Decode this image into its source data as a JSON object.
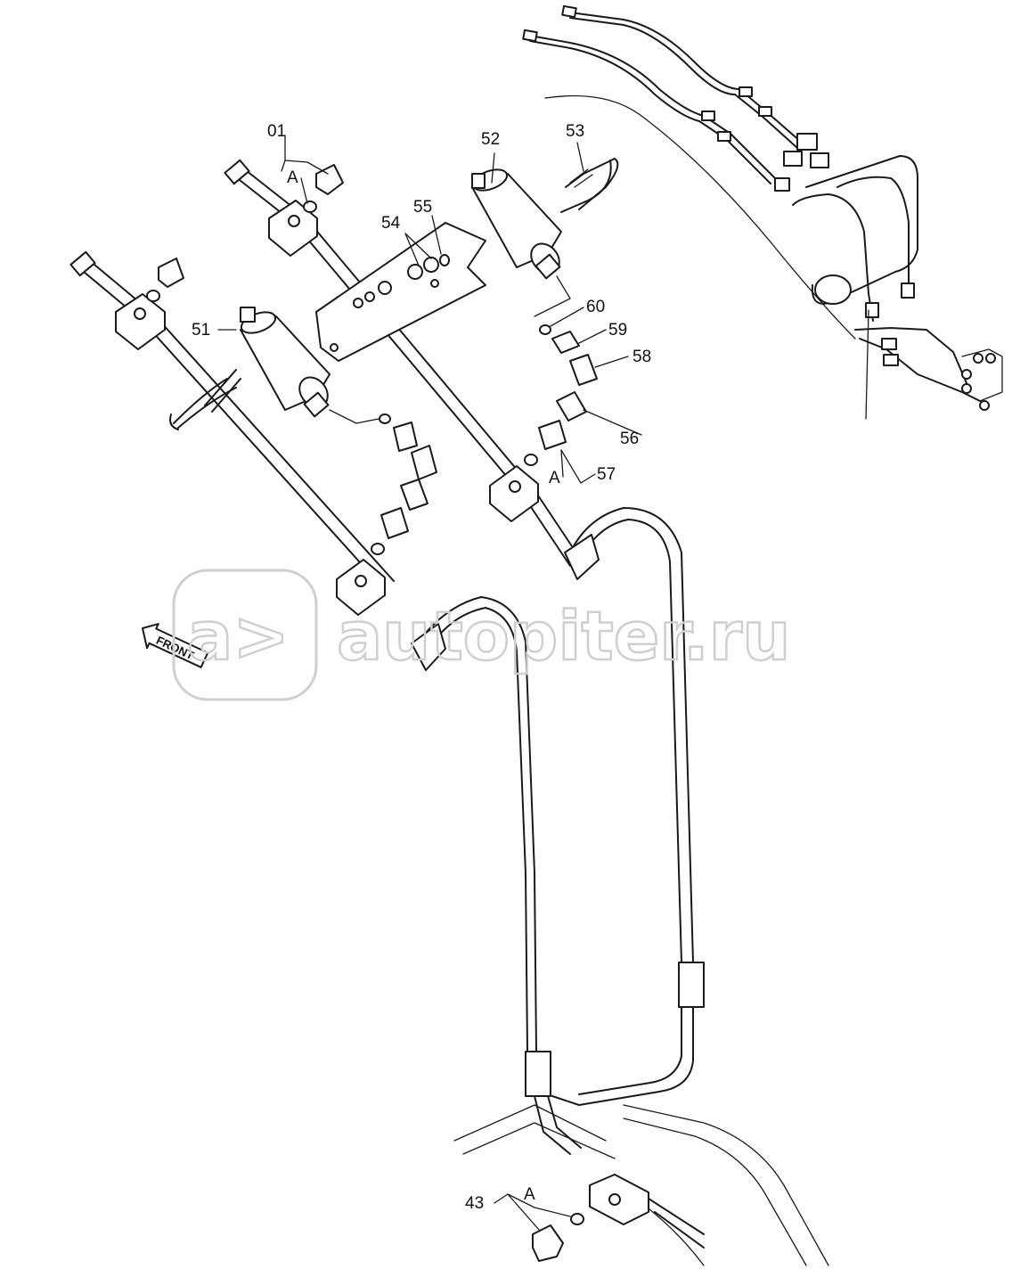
{
  "diagram": {
    "callouts": {
      "c01": "01",
      "cA1": "A",
      "c52": "52",
      "c53": "53",
      "c54": "54",
      "c55": "55",
      "c51": "51",
      "c60": "60",
      "c59": "59",
      "c58": "58",
      "c56": "56",
      "cA2": "A",
      "c57": "57",
      "c43": "43",
      "cA3": "A"
    },
    "front_arrow": "FRONT",
    "watermark": {
      "logo": "a>",
      "text": "autopiter.ru"
    }
  }
}
